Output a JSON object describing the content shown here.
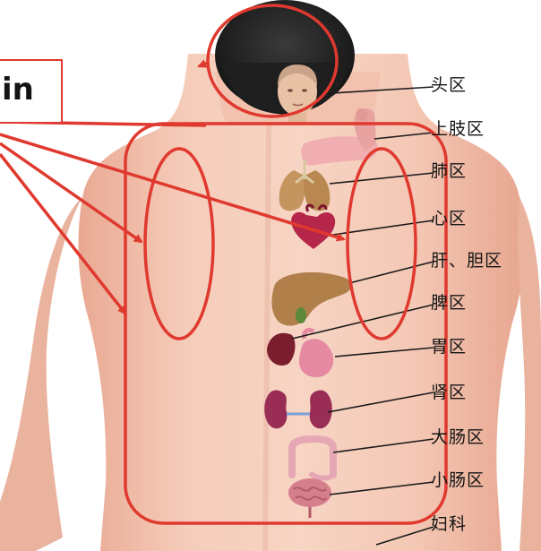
{
  "callout": {
    "text": "in"
  },
  "zones": [
    {
      "id": "head",
      "label": "头区",
      "icon": "head-icon"
    },
    {
      "id": "upper-limb",
      "label": "上肢区",
      "icon": "arm-icon"
    },
    {
      "id": "lung",
      "label": "肺区",
      "icon": "lungs-icon"
    },
    {
      "id": "heart",
      "label": "心区",
      "icon": "heart-icon"
    },
    {
      "id": "liver-gallbladder",
      "label": "肝、胆区",
      "icon": "liver-icon"
    },
    {
      "id": "spleen",
      "label": "脾区",
      "icon": "spleen-icon"
    },
    {
      "id": "stomach",
      "label": "胃区",
      "icon": "stomach-icon"
    },
    {
      "id": "kidney",
      "label": "肾区",
      "icon": "kidney-icon"
    },
    {
      "id": "large-intestine",
      "label": "大肠区",
      "icon": "large-intestine-icon"
    },
    {
      "id": "small-intestine",
      "label": "小肠区",
      "icon": "small-intestine-icon"
    },
    {
      "id": "gynecology",
      "label": "妇科",
      "icon": ""
    }
  ],
  "colors": {
    "annotation_red": "#e0392f",
    "skin": "#f2c3b0",
    "hair": "#2a2a2a",
    "leader_line": "#1a1a1a"
  }
}
